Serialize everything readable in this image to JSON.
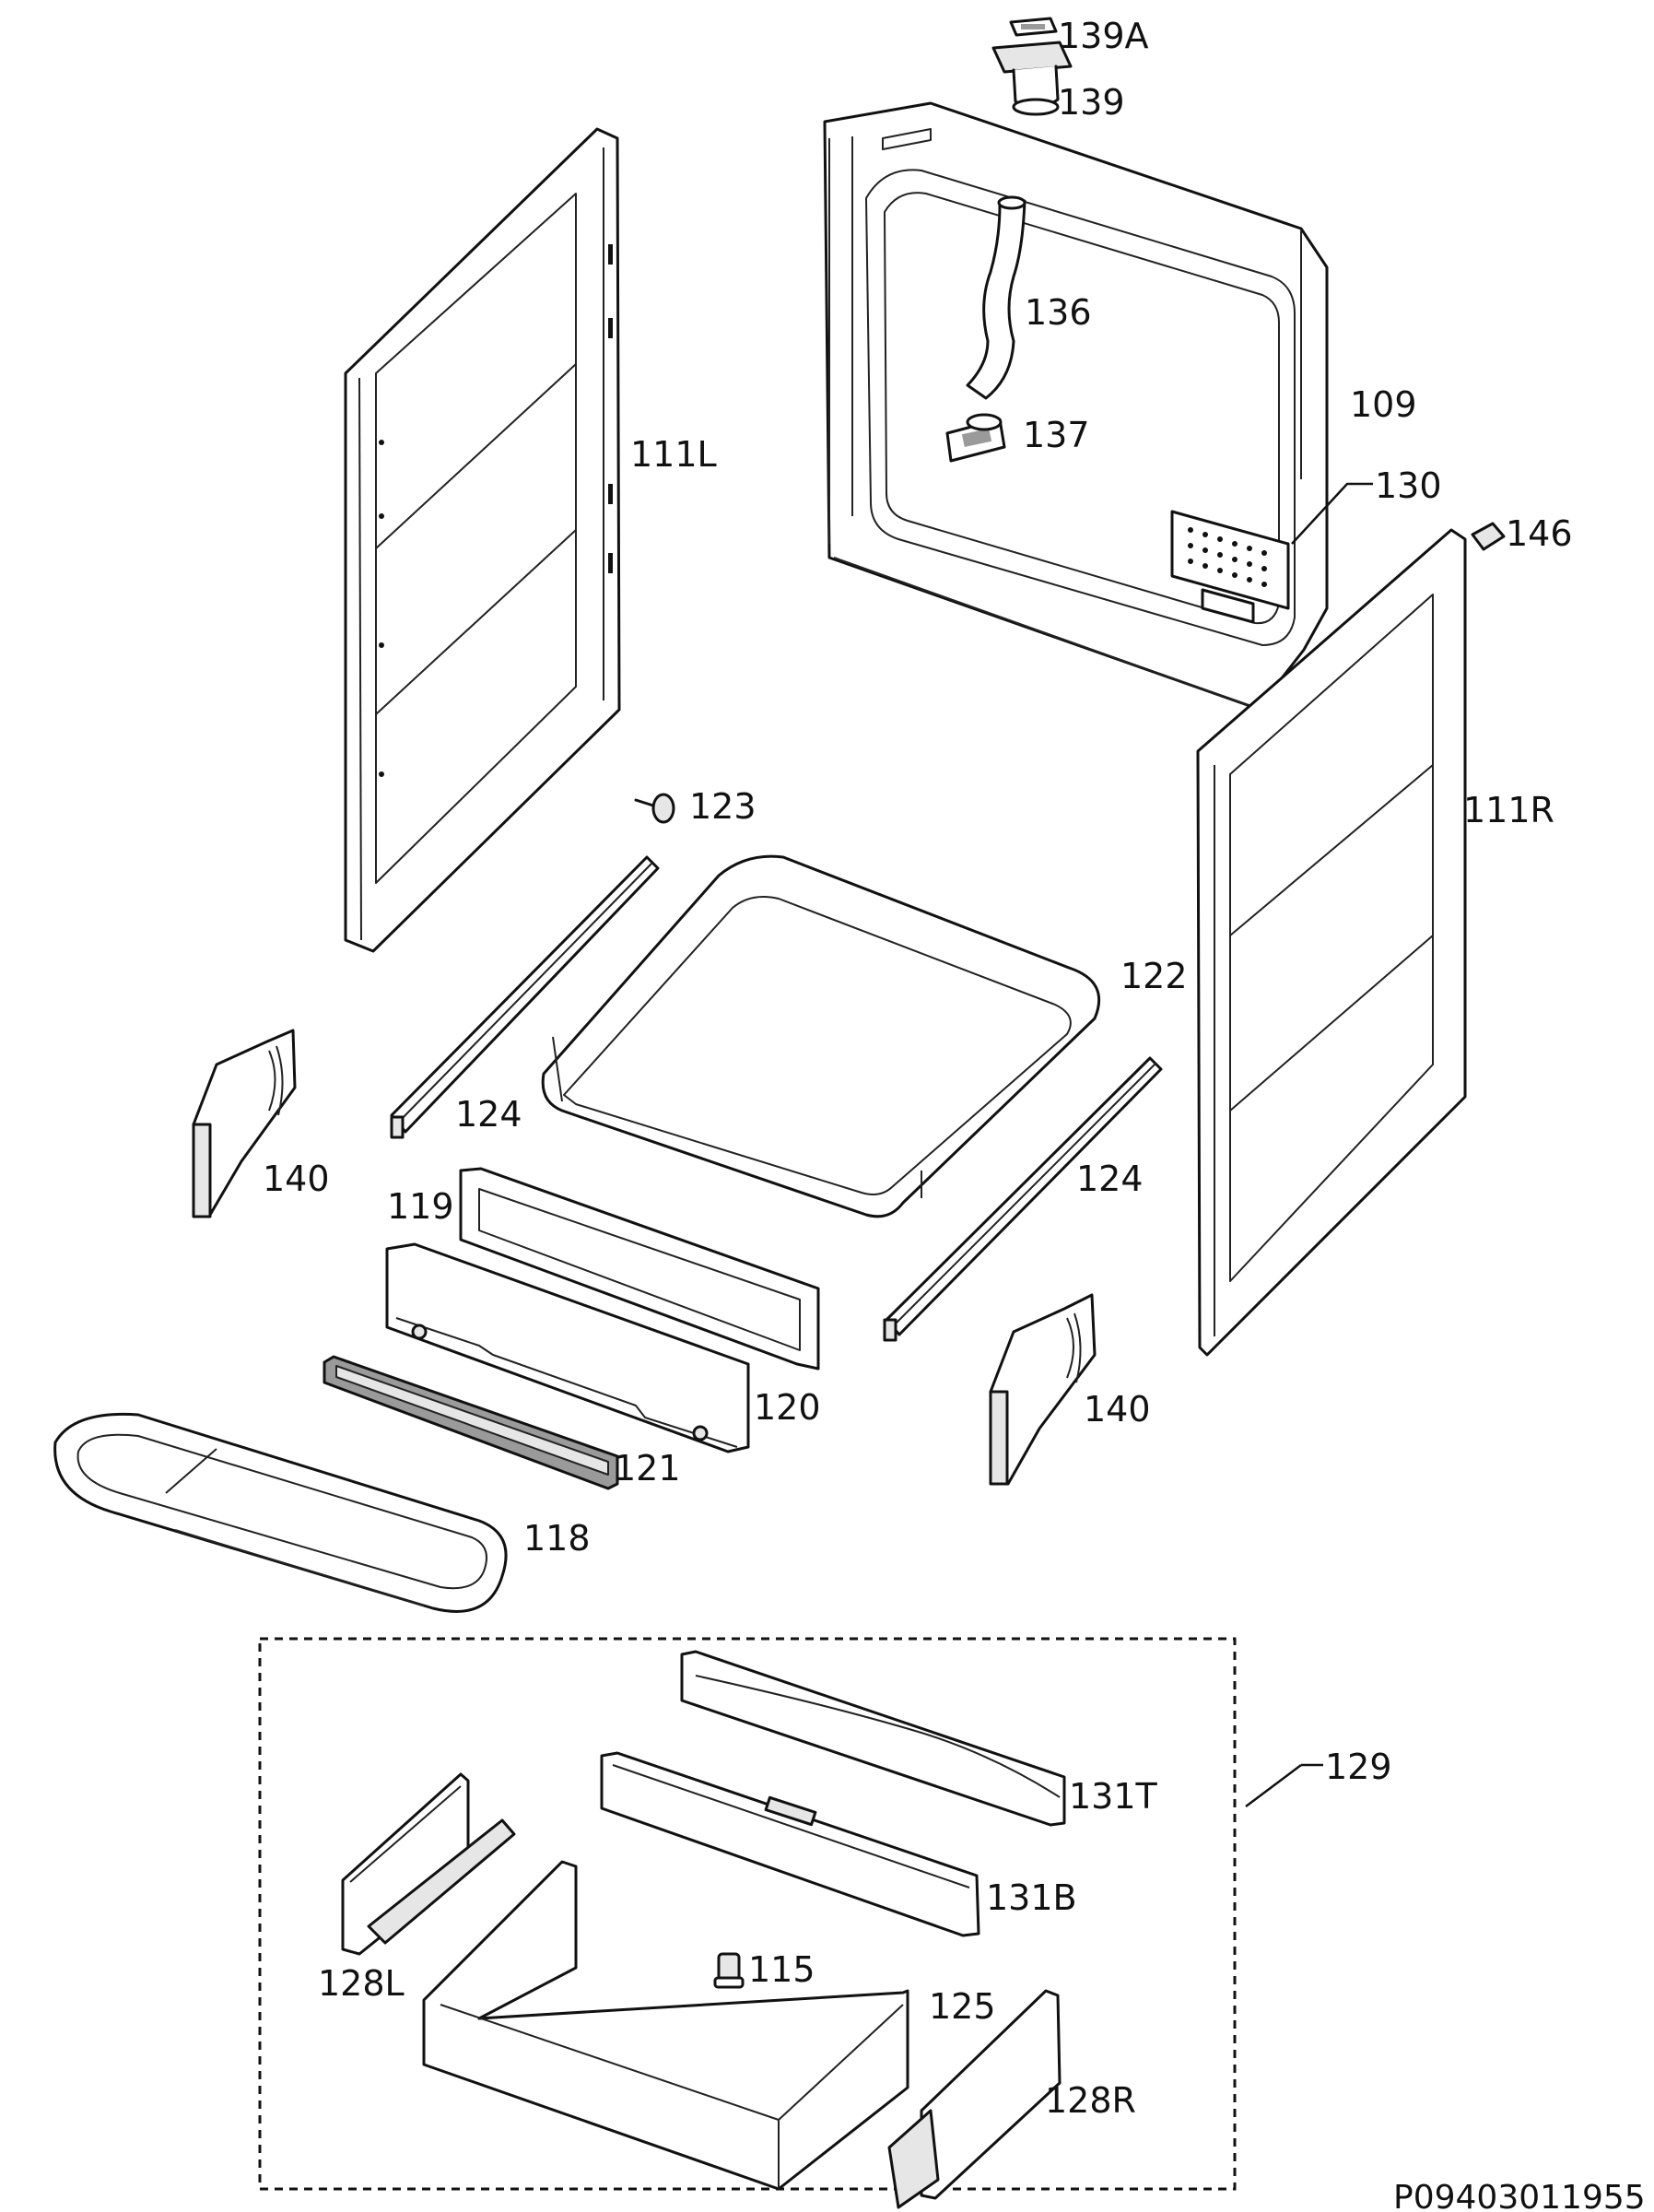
{
  "labels": {
    "p139A": "139A",
    "p139": "139",
    "p136": "136",
    "p137": "137",
    "p109": "109",
    "p130": "130",
    "p146": "146",
    "p111L": "111L",
    "p111R": "111R",
    "p123": "123",
    "p122": "122",
    "p124a": "124",
    "p124b": "124",
    "p140a": "140",
    "p140b": "140",
    "p119": "119",
    "p120": "120",
    "p121": "121",
    "p118": "118",
    "p129": "129",
    "p131T": "131T",
    "p131B": "131B",
    "p115": "115",
    "p125": "125",
    "p128L": "128L",
    "p128R": "128R"
  },
  "drawing_code": "P09403011955"
}
